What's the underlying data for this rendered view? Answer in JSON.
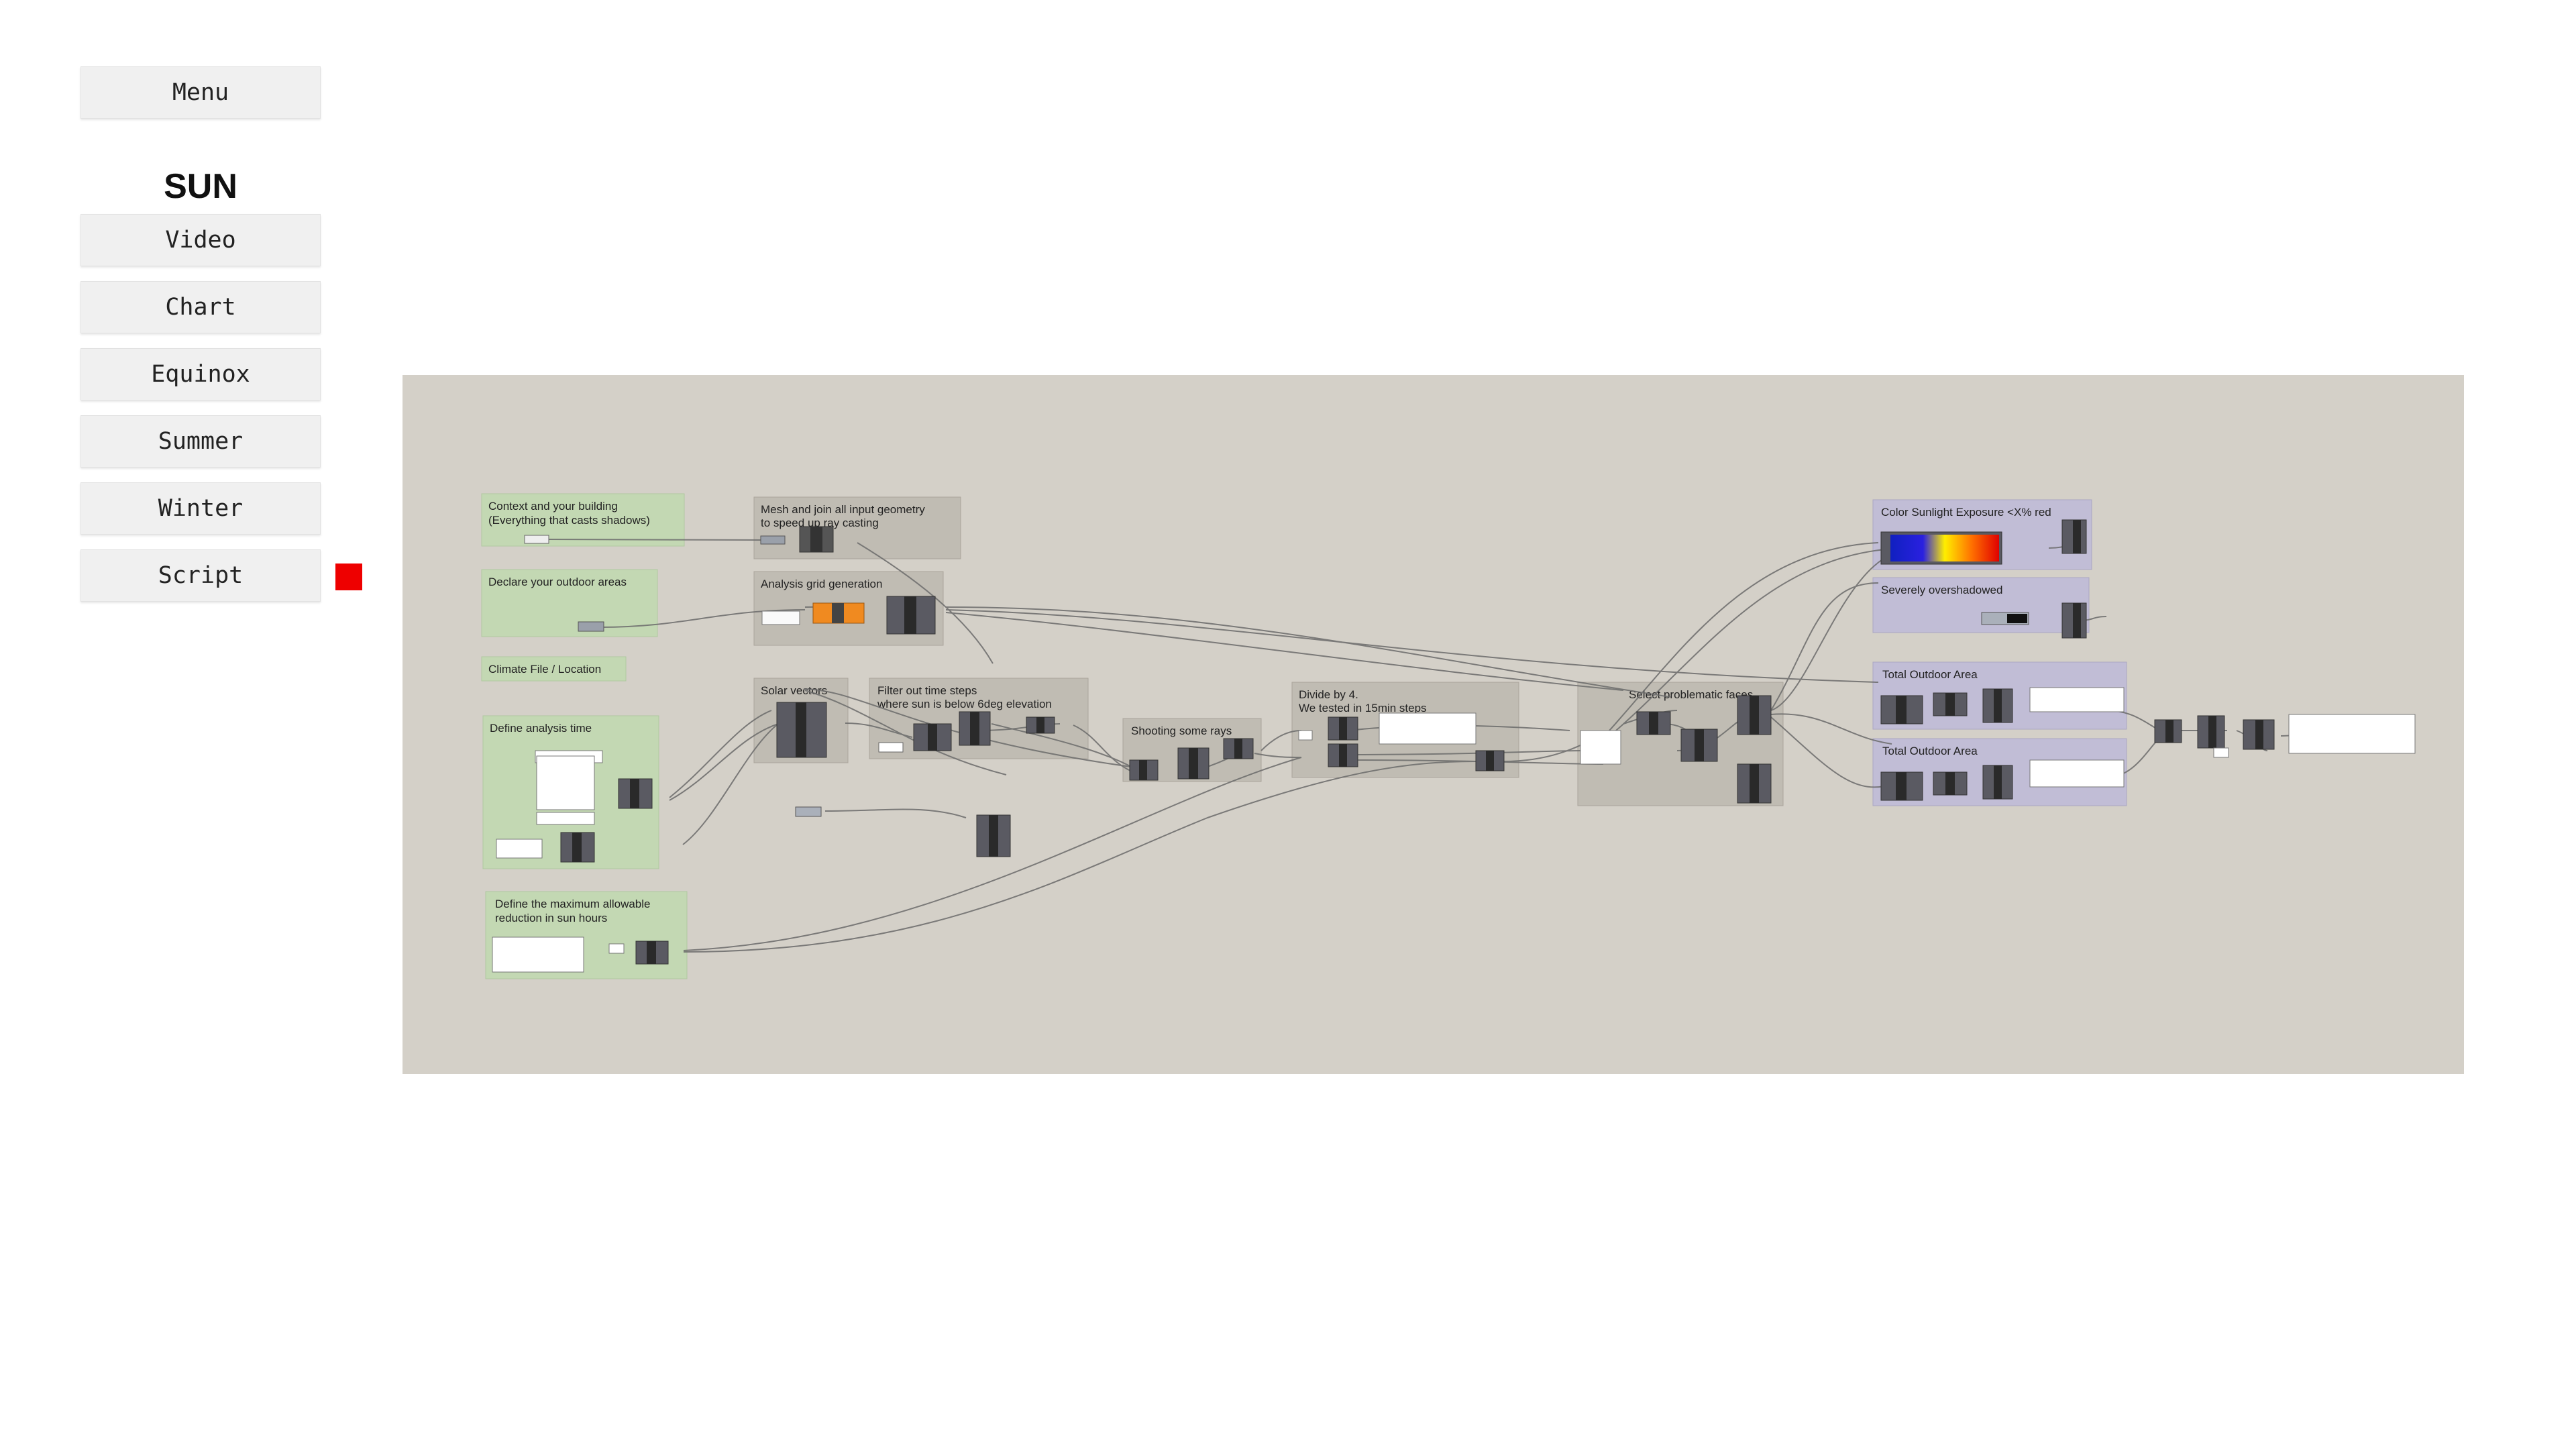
{
  "sidebar": {
    "menu_label": "Menu",
    "section_title": "SUN",
    "items": [
      {
        "label": "Video"
      },
      {
        "label": "Chart"
      },
      {
        "label": "Equinox"
      },
      {
        "label": "Summer"
      },
      {
        "label": "Winter"
      },
      {
        "label": "Script"
      }
    ],
    "active_indicator_color": "#ee0000"
  },
  "canvas": {
    "background": "#d4d0c8",
    "groups": {
      "context": [
        "Context and your building",
        "(Everything that casts shadows)"
      ],
      "mesh": [
        "Mesh and join all input geometry",
        "to speed up ray casting"
      ],
      "outdoor": [
        "Declare your outdoor areas"
      ],
      "grid": [
        "Analysis grid generation"
      ],
      "climate": [
        "Climate File / Location"
      ],
      "vectors": [
        "Solar vectors"
      ],
      "filter": [
        "Filter out time steps",
        "where sun is below 6deg elevation"
      ],
      "rays": [
        "Shooting some rays"
      ],
      "divide": [
        "Divide by 4.",
        "We tested in 15min steps"
      ],
      "select": [
        "Select problematic faces"
      ],
      "color": [
        "Color Sunlight Exposure <X% red"
      ],
      "severe": [
        "Severely overshadowed"
      ],
      "area1": [
        "Total Outdoor Area"
      ],
      "area2": [
        "Total Outdoor Area"
      ],
      "time": [
        "Define analysis time"
      ],
      "max": [
        "Define the maximum allowable",
        "reduction in sun hours"
      ]
    }
  }
}
